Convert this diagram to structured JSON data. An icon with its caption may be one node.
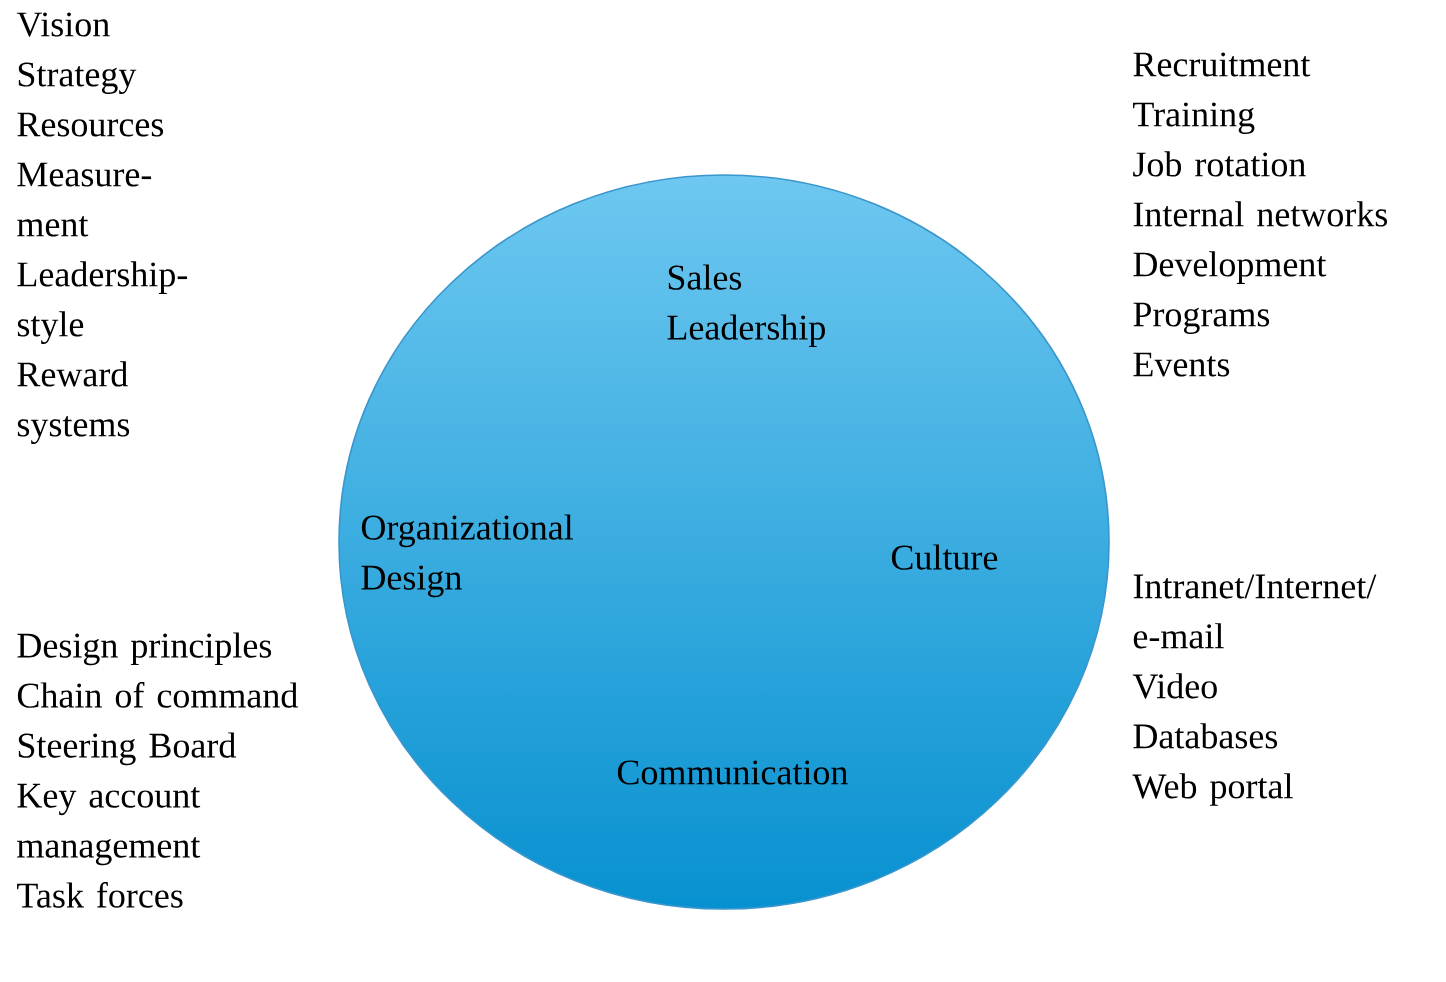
{
  "diagram": {
    "nodes": [
      {
        "text": [
          "Sales Leadership",
          "Organizational Design",
          "Culture",
          "Communication"
        ]
      }
    ],
    "labels": [
      "Vision",
      "Strategy",
      "Resources",
      "Measure- ment",
      "Leadership- style",
      "Reward systems",
      "Recruitment",
      "Training",
      "Job rotation",
      "Internal networks",
      "Development Programs",
      "Events",
      "Design principles",
      "Chain of command",
      "Steering Board",
      "Key account management",
      "Task forces",
      "Intranet/Internet/ e-mail",
      "Video",
      "Databases",
      "Web portal"
    ]
  }
}
